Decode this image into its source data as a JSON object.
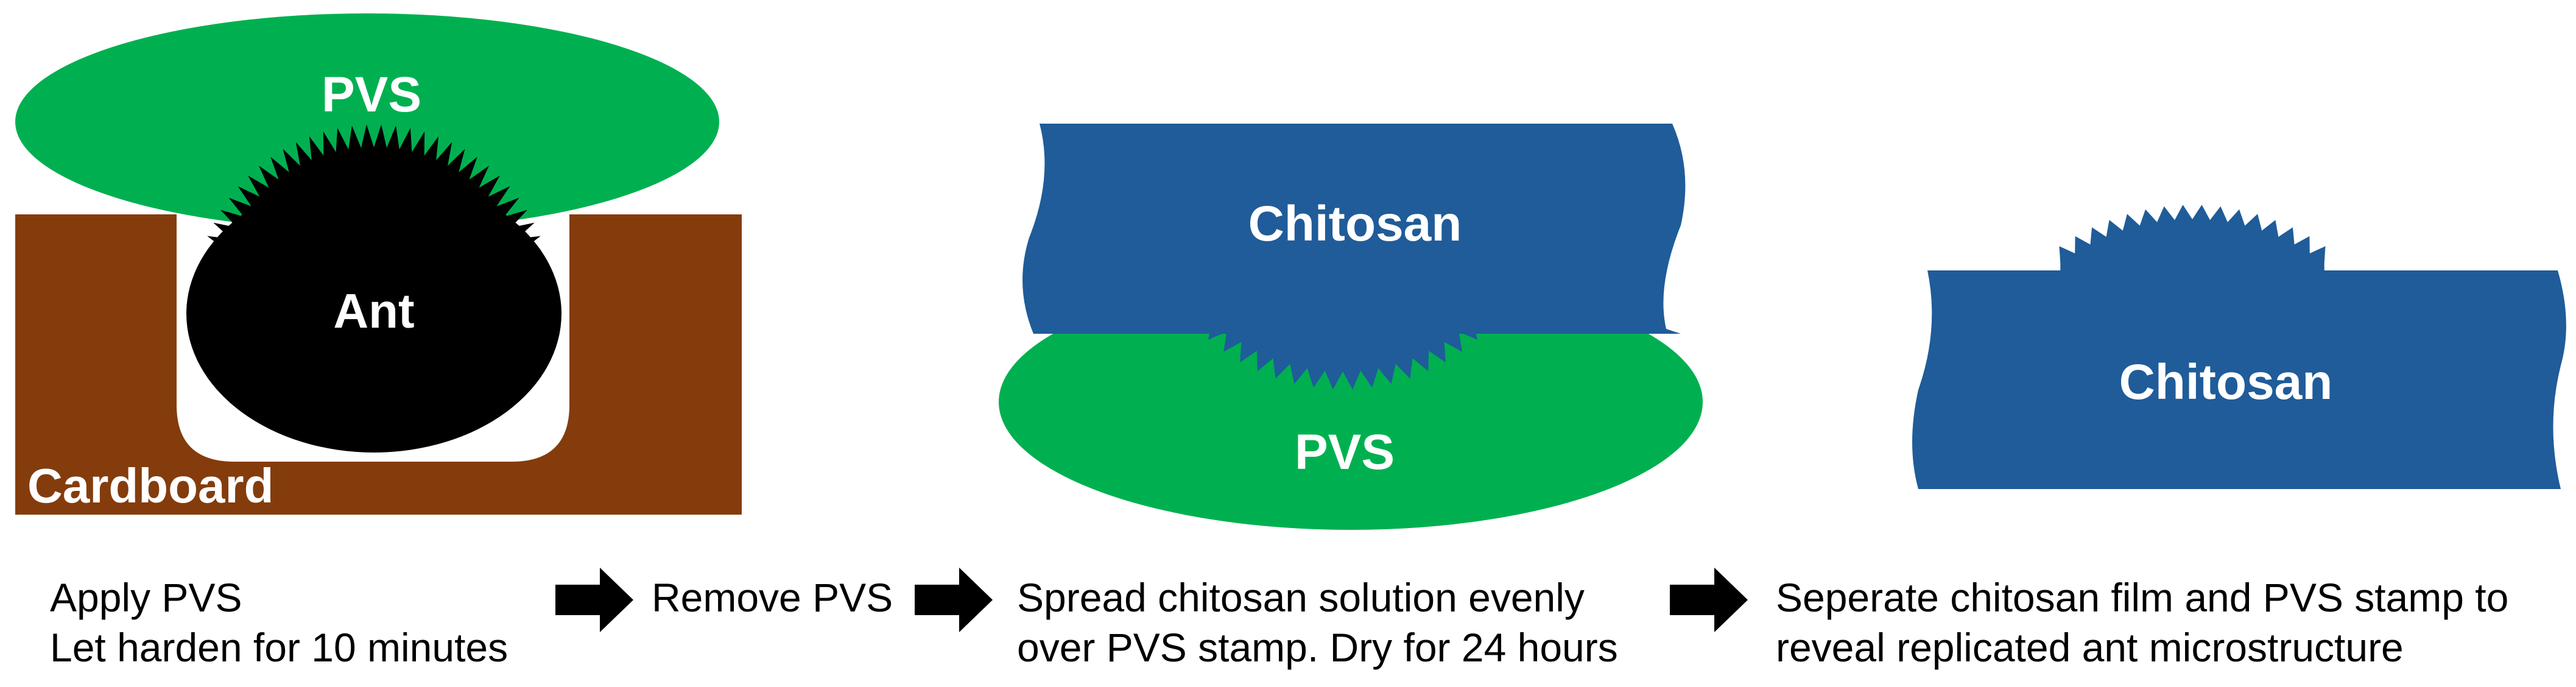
{
  "colors": {
    "pvs": "#00B050",
    "cardboard": "#843C0C",
    "ant": "#000000",
    "chitosan": "#1F5C99",
    "text_on_shape": "#FFFFFF",
    "arrow": "#000000"
  },
  "panel1": {
    "pvs_label": "PVS",
    "ant_label": "Ant",
    "cardboard_label": "Cardboard"
  },
  "panel2": {
    "chitosan_label": "Chitosan",
    "pvs_label": "PVS"
  },
  "panel3": {
    "chitosan_label": "Chitosan"
  },
  "steps": [
    {
      "line1": "Apply PVS",
      "line2": "Let harden for 10 minutes"
    },
    {
      "line1": "Remove PVS"
    },
    {
      "line1": "Spread chitosan solution evenly",
      "line2": "over PVS stamp. Dry for 24 hours"
    },
    {
      "line1": "Seperate chitosan film and PVS stamp to",
      "line2": "reveal replicated ant microstructure"
    }
  ],
  "arrows": [
    "arrow-right-icon",
    "arrow-right-icon",
    "arrow-right-icon"
  ]
}
